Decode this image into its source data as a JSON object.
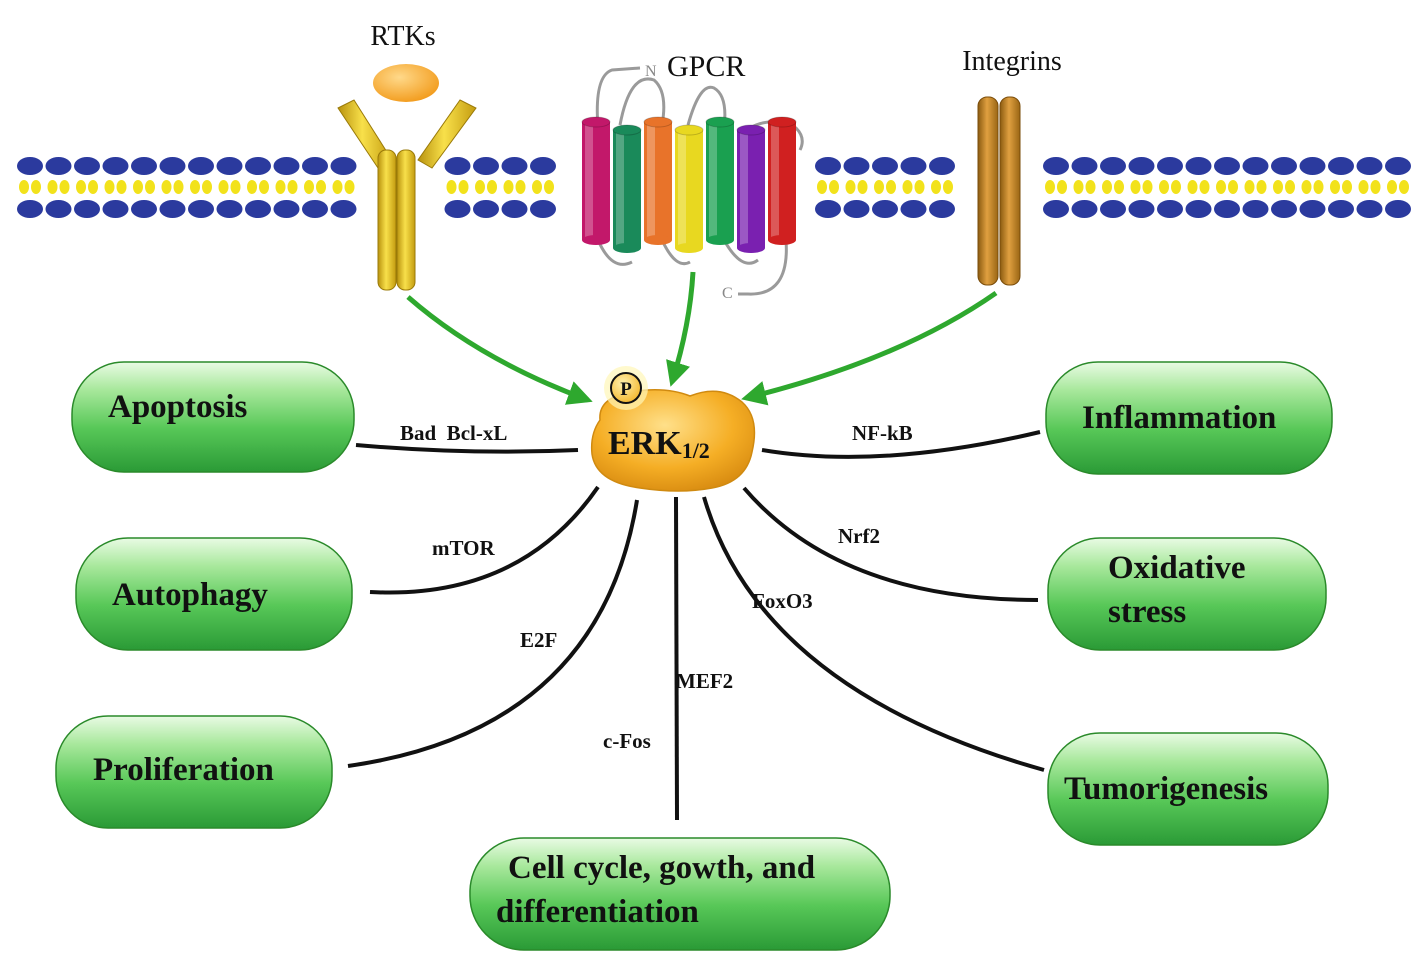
{
  "receptors": {
    "rtk": "RTKs",
    "gpcr": "GPCR",
    "gpcr_n_terminus": "N",
    "gpcr_c_terminus": "C",
    "integrins": "Integrins"
  },
  "hub": {
    "name": "ERK",
    "subscript": "1/2",
    "phospho": "P"
  },
  "connectors": {
    "bad_bclxl": "Bad  Bcl-xL",
    "mtor": "mTOR",
    "e2f": "E2F",
    "mef2": "MEF2",
    "cfos": "c-Fos",
    "foxo3": "FoxO3",
    "nrf2": "Nrf2",
    "nfkb": "NF-kB"
  },
  "outcomes": {
    "apoptosis": "Apoptosis",
    "autophagy": "Autophagy",
    "proliferation": "Proliferation",
    "cell_cycle_line1": "Cell cycle, gowth, and",
    "cell_cycle_line2": "differentiation",
    "inflammation": "Inflammation",
    "oxidative_line1": "Oxidative",
    "oxidative_line2": "stress",
    "tumorigenesis": "Tumorigenesis"
  },
  "colors": {
    "membrane_head": "#2b3a9e",
    "membrane_tail": "#f2e21b",
    "arrow": "#2ea82e",
    "outcome_fill": "#5cc85c",
    "erk_fill": "#f2a81e",
    "rtk_fill": "#e8c21a",
    "integrin_fill": "#c98a1e"
  }
}
